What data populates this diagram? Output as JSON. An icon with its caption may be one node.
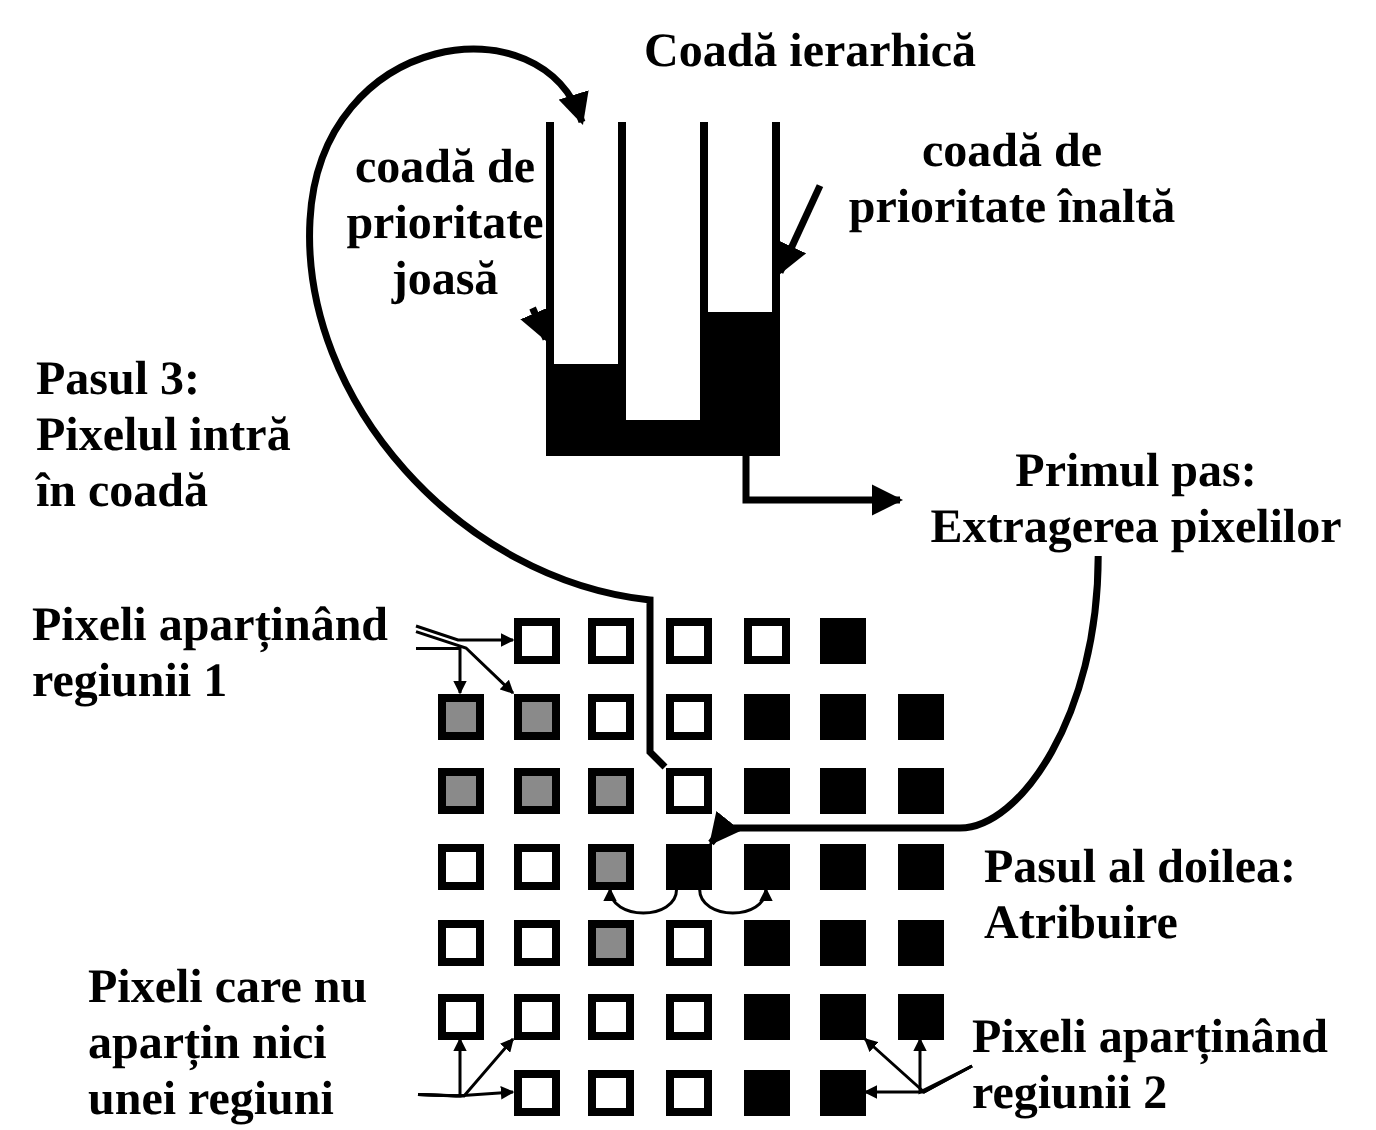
{
  "diagram": {
    "nodes": [
      {
        "text": [
          "Coadă ierarhică"
        ]
      },
      {
        "text": [],
        "shape": "bar"
      },
      {
        "text": [],
        "shape": "bar"
      },
      {
        "text": [
          "coadă de prioritate joasă"
        ]
      },
      {
        "text": [
          "coadă de prioritate înaltă"
        ]
      },
      {
        "text": [
          "Primul pas: Extragerea pixelilor"
        ]
      },
      {
        "text": [
          "Pixeli aparținând regiunii 1"
        ]
      },
      {
        "text": [
          "Pixeli care nu aparțin nici unei regiuni"
        ]
      },
      {
        "text": [
          "Pixeli aparținând regiunii 2"
        ]
      },
      {
        "text": [],
        "shape": "box"
      },
      {
        "text": [],
        "shape": "box"
      },
      {
        "text": [],
        "shape": "box"
      },
      {
        "text": [],
        "shape": "box"
      },
      {
        "text": [],
        "shape": "box"
      },
      {
        "text": [],
        "shape": "box"
      },
      {
        "text": [],
        "shape": "box"
      },
      {
        "text": [],
        "shape": "box"
      },
      {
        "text": [],
        "shape": "box"
      },
      {
        "text": [],
        "shape": "box"
      },
      {
        "text": [],
        "shape": "box"
      },
      {
        "text": [],
        "shape": "box"
      },
      {
        "text": [],
        "shape": "box"
      },
      {
        "text": [],
        "shape": "box"
      },
      {
        "text": [],
        "shape": "box"
      },
      {
        "text": [],
        "shape": "box"
      },
      {
        "text": [],
        "shape": "box"
      },
      {
        "text": [],
        "shape": "box"
      },
      {
        "text": [],
        "shape": "box"
      },
      {
        "text": [],
        "shape": "box"
      },
      {
        "text": [],
        "shape": "box"
      },
      {
        "text": [],
        "shape": "box"
      },
      {
        "text": [],
        "shape": "box"
      },
      {
        "text": [],
        "shape": "box"
      },
      {
        "text": [],
        "shape": "box"
      },
      {
        "text": [],
        "shape": "box"
      },
      {
        "text": [],
        "shape": "box"
      },
      {
        "text": [],
        "shape": "box"
      },
      {
        "text": [],
        "shape": "box"
      },
      {
        "text": [],
        "shape": "box"
      },
      {
        "text": [],
        "shape": "box"
      },
      {
        "text": [],
        "shape": "box"
      },
      {
        "text": [],
        "shape": "box"
      },
      {
        "text": [],
        "shape": "box"
      },
      {
        "text": [],
        "shape": "box"
      },
      {
        "text": [],
        "shape": "box"
      },
      {
        "text": [],
        "shape": "box"
      },
      {
        "text": [],
        "shape": "box"
      },
      {
        "text": [],
        "shape": "box"
      },
      {
        "text": [],
        "shape": "box"
      },
      {
        "text": [],
        "shape": "box"
      },
      {
        "text": [],
        "shape": "box"
      },
      {
        "text": [],
        "shape": "box"
      },
      {
        "text": [],
        "shape": "box"
      },
      {
        "text": [],
        "shape": "box"
      }
    ],
    "edges": [
      {
        "from": 3,
        "to": 1,
        "arrow": "to",
        "style": "thick"
      },
      {
        "from": 4,
        "to": 2,
        "arrow": "to",
        "style": "thick"
      },
      {
        "from": 24,
        "to": 1,
        "arrow": "to",
        "style": "thick"
      },
      {
        "from": 2,
        "to": 5,
        "arrow": "to",
        "style": "thick"
      },
      {
        "from": 5,
        "to": 31,
        "arrow": "to",
        "style": "thick"
      },
      {
        "from": 6,
        "to": 9,
        "arrow": "to"
      },
      {
        "from": 6,
        "to": 14,
        "arrow": "to"
      },
      {
        "from": 6,
        "to": 15,
        "arrow": "to"
      },
      {
        "from": 31,
        "to": 30,
        "arrow": "to"
      },
      {
        "from": 31,
        "to": 32,
        "arrow": "to"
      },
      {
        "from": 7,
        "to": 42,
        "arrow": "to"
      },
      {
        "from": 7,
        "to": 43,
        "arrow": "to"
      },
      {
        "from": 7,
        "to": 49,
        "arrow": "to"
      },
      {
        "from": 8,
        "to": 47,
        "arrow": "to"
      },
      {
        "from": 8,
        "to": 48,
        "arrow": "to"
      },
      {
        "from": 8,
        "to": 53,
        "arrow": "to"
      }
    ],
    "labels": [
      "Pasul 3: Pixelul intră în coadă",
      "Pasul al doilea: Atribuire"
    ]
  }
}
